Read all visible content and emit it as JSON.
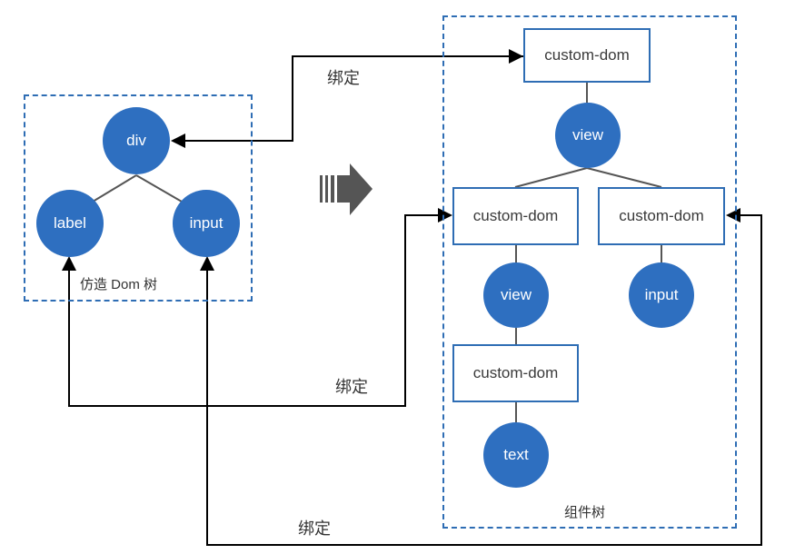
{
  "left_tree": {
    "caption": "仿造 Dom  树",
    "nodes": {
      "div": "div",
      "label": "label",
      "input": "input"
    }
  },
  "right_tree": {
    "caption": "组件树",
    "nodes": {
      "root": "custom-dom",
      "view1": "view",
      "cd_left": "custom-dom",
      "cd_right": "custom-dom",
      "view2": "view",
      "input_node": "input",
      "cd_bottom": "custom-dom",
      "text_node": "text"
    }
  },
  "bindings": {
    "top": "绑定",
    "middle": "绑定",
    "bottom": "绑定"
  },
  "colors": {
    "node_fill": "#2e6fc0",
    "border": "#2e6db4",
    "line": "#555555",
    "arrow": "#000000",
    "transform_arrow": "#444444"
  }
}
